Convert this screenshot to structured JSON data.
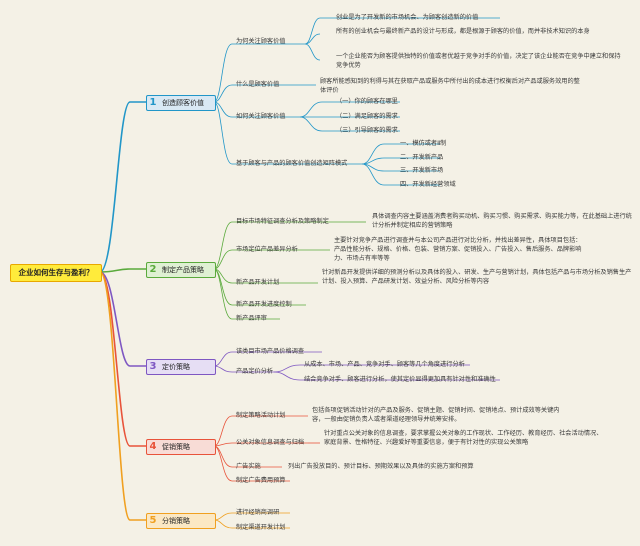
{
  "root": "企业如何生存与盈利？",
  "colors": {
    "blue": "#2196c8",
    "green": "#5aaa3c",
    "purple": "#7e57c2",
    "red": "#e8533a",
    "orange": "#f0a020"
  },
  "s1": {
    "num": "1",
    "label": "创造顾客价值",
    "b1": "为何关注顾客价值",
    "b1l1": "创业是为了开发新的市场机会、为顾客创造新的价值",
    "b1l2": "所有的创业机会与最终新产品的设计与形成，都是根源于顾客的价值，而并非技术知识的本身",
    "b1l3": "一个企业能否为顾客提供独特的价值或者优越于竞争对手的价值，决定了该企业能否在竞争中建立和保持竞争优势",
    "b2": "什么是顾客价值",
    "b2l1": "顾客所能感知到的利得与其在获取产品或服务中所付出的成本进行权衡后对产品或服务效用的整体评价",
    "b3": "如何关注顾客价值",
    "b3l1": "（一）你的顾客在哪里",
    "b3l2": "（二）满足顾客的需求",
    "b3l3": "（三）引导顾客的需求",
    "b4": "基于顾客与产品的顾客价值创造矩阵模式",
    "b4l1": "一、模仿或者Ⅱ制",
    "b4l2": "二、开发新产品",
    "b4l3": "三、开发新市场",
    "b4l4": "四、开发新经营领域"
  },
  "s2": {
    "num": "2",
    "label": "制定产品策略",
    "b1": "目标市场特征调查分析及策略制定",
    "b1l1": "具体调查内容主要涵盖消费者购买动机、购买习惯、购买需求、购买能力等，在此基础上进行统计分析并制定相应的营销策略",
    "b2": "市场定位产品差异分析",
    "b2l1": "主要针对竞争产品进行调查并与本公司产品进行对比分析，并找出差异性，具体项目包括：产品性能分析、规格、价格、包装、营销方案、促销投入、广告投入、售后服务、品牌影响力、市场占有率等等",
    "b3": "新产品开发计划",
    "b3l1": "针对新品开发提供详细的预测分析以及具体的投入、研发、生产与营销计划，具体包括产品与市场分析及销售生产计划、投入预算、产品研发计划、效益分析、风险分析等内容",
    "b4": "新产品开发进度控制",
    "b5": "新产品评审"
  },
  "s3": {
    "num": "3",
    "label": "定价策略",
    "b1": "该类目市场产品价格调查",
    "b2": "产品定价分析",
    "b2l1": "从成本、市场、产品、竞争对手、顾客等几个角度进行分析",
    "b2l2": "结合竞争对手、顾客进行分析，使其定价显得更加具有针对性和准确性"
  },
  "s4": {
    "num": "4",
    "label": "促销策略",
    "b1": "制定策略活动计划",
    "b1l1": "包括各项促销活动针对的产品及服务、促销主题、促销时间、促销地点、预计成效等关键内容，一般由促销负责人或者渠道经理领导并统筹安排。",
    "b2": "公关对象信息调查与归档",
    "b2l1": "针对重点公关对象的信息调查，要求掌握公关对象的工作现状、工作经历、教育经历、社会活动情况、家庭背景、性格特征、兴趣爱好等重要信息，便于有针对性的实现公关策略",
    "b3": "广告实施",
    "b3l1": "列出广告投放目的、预计目标、预期效果以及具体的实施方案和预算",
    "b4": "制定广告费用预算"
  },
  "s5": {
    "num": "5",
    "label": "分销策略",
    "b1": "进行经销商调研",
    "b2": "制定渠道开发计划"
  }
}
